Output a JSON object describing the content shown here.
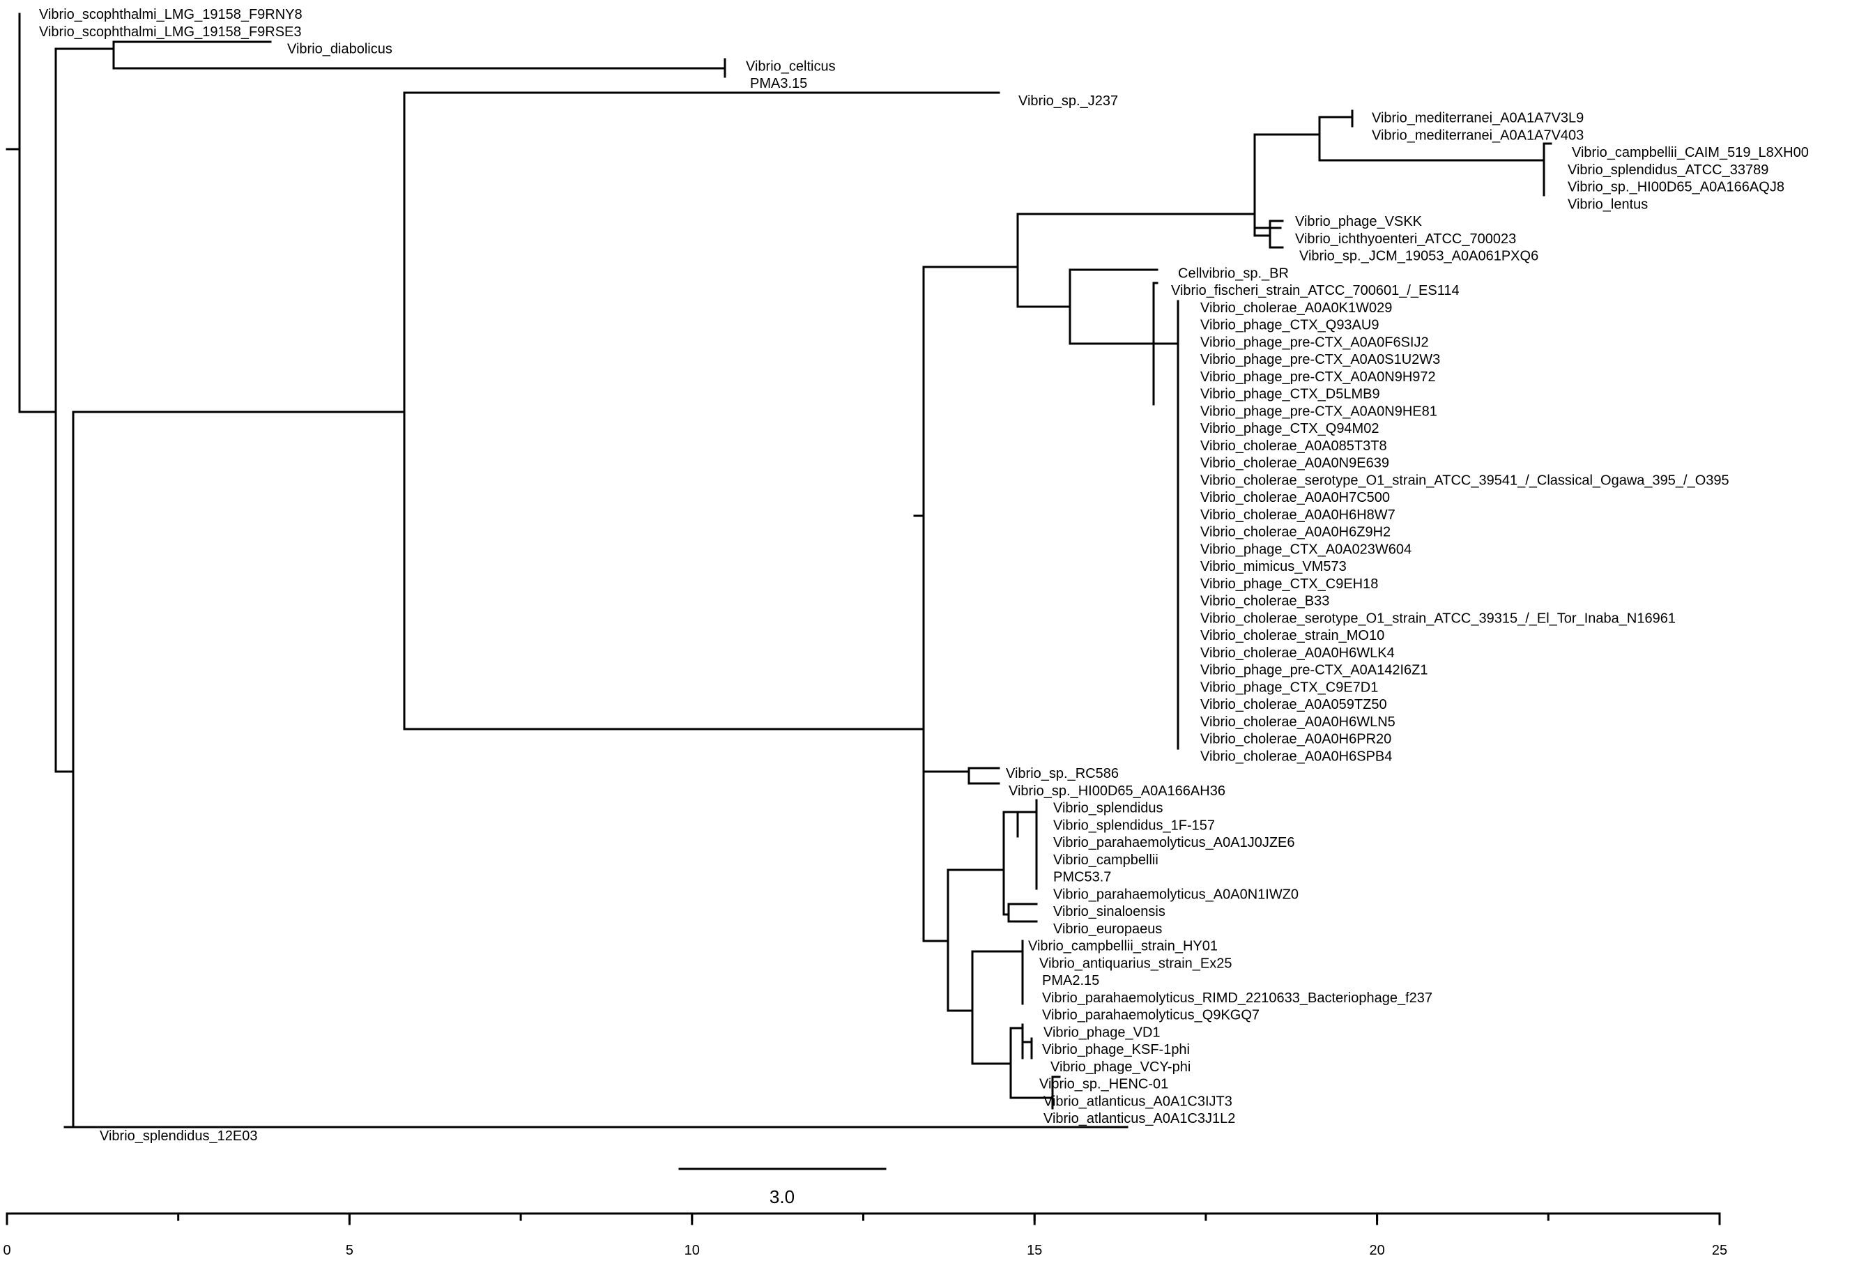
{
  "tree": {
    "leaves": [
      "Vibrio_scophthalmi_LMG_19158_F9RNY8",
      "Vibrio_scophthalmi_LMG_19158_F9RSE3",
      "Vibrio_diabolicus",
      "Vibrio_celticus",
      "PMA3.15",
      "Vibrio_sp._J237",
      "Vibrio_mediterranei_A0A1A7V3L9",
      "Vibrio_mediterranei_A0A1A7V403",
      "Vibrio_campbellii_CAIM_519_L8XH00",
      "Vibrio_splendidus_ATCC_33789",
      "Vibrio_sp._HI00D65_A0A166AQJ8",
      "Vibrio_lentus",
      "Vibrio_phage_VSKK",
      "Vibrio_ichthyoenteri_ATCC_700023",
      "Vibrio_sp._JCM_19053_A0A061PXQ6",
      "Cellvibrio_sp._BR",
      "Vibrio_fischeri_strain_ATCC_700601_/_ES114",
      "Vibrio_cholerae_A0A0K1W029",
      "Vibrio_phage_CTX_Q93AU9",
      "Vibrio_phage_pre-CTX_A0A0F6SIJ2",
      "Vibrio_phage_pre-CTX_A0A0S1U2W3",
      "Vibrio_phage_pre-CTX_A0A0N9H972",
      "Vibrio_phage_CTX_D5LMB9",
      "Vibrio_phage_pre-CTX_A0A0N9HE81",
      "Vibrio_phage_CTX_Q94M02",
      "Vibrio_cholerae_A0A085T3T8",
      "Vibrio_cholerae_A0A0N9E639",
      "Vibrio_cholerae_serotype_O1_strain_ATCC_39541_/_Classical_Ogawa_395_/_O395",
      "Vibrio_cholerae_A0A0H7C500",
      "Vibrio_cholerae_A0A0H6H8W7",
      "Vibrio_cholerae_A0A0H6Z9H2",
      "Vibrio_phage_CTX_A0A023W604",
      "Vibrio_mimicus_VM573",
      "Vibrio_phage_CTX_C9EH18",
      "Vibrio_cholerae_B33",
      "Vibrio_cholerae_serotype_O1_strain_ATCC_39315_/_El_Tor_Inaba_N16961",
      "Vibrio_cholerae_strain_MO10",
      "Vibrio_cholerae_A0A0H6WLK4",
      "Vibrio_phage_pre-CTX_A0A142I6Z1",
      "Vibrio_phage_CTX_C9E7D1",
      "Vibrio_cholerae_A0A059TZ50",
      "Vibrio_cholerae_A0A0H6WLN5",
      "Vibrio_cholerae_A0A0H6PR20",
      "Vibrio_cholerae_A0A0H6SPB4",
      "Vibrio_sp._RC586",
      "Vibrio_sp._HI00D65_A0A166AH36",
      "Vibrio_splendidus",
      "Vibrio_splendidus_1F-157",
      "Vibrio_parahaemolyticus_A0A1J0JZE6",
      "Vibrio_campbellii",
      "PMC53.7",
      "Vibrio_parahaemolyticus_A0A0N1IWZ0",
      "Vibrio_sinaloensis",
      "Vibrio_europaeus",
      "Vibrio_campbellii_strain_HY01",
      "Vibrio_antiquarius_strain_Ex25",
      "PMA2.15",
      "Vibrio_parahaemolyticus_RIMD_2210633_Bacteriophage_f237",
      "Vibrio_parahaemolyticus_Q9KGQ7",
      "Vibrio_phage_VD1",
      "Vibrio_phage_KSF-1phi",
      "Vibrio_phage_VCY-phi",
      "Vibrio_sp._HENC-01",
      "Vibrio_atlanticus_A0A1C3IJT3",
      "Vibrio_atlanticus_A0A1C3J1L2",
      "Vibrio_splendidus_12E03"
    ]
  },
  "scale_bar": {
    "label": "3.0",
    "length": 3.0
  },
  "axis": {
    "range": [
      0,
      25
    ],
    "major_ticks": [
      0,
      5,
      10,
      15,
      20,
      25
    ],
    "minor_tick_step": 2.5
  }
}
